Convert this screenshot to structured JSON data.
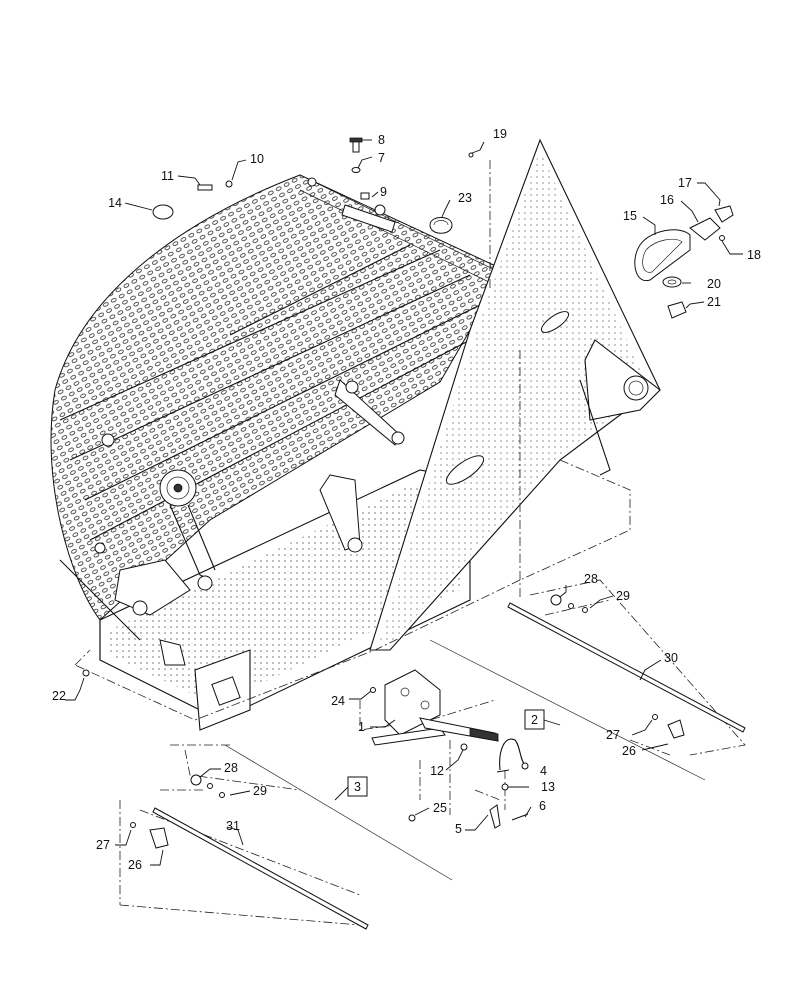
{
  "callouts": {
    "c1": "1",
    "c2": "2",
    "c3": "3",
    "c4": "4",
    "c5": "5",
    "c6": "6",
    "c7": "7",
    "c8": "8",
    "c9": "9",
    "c10": "10",
    "c11": "11",
    "c12": "12",
    "c13": "13",
    "c14": "14",
    "c15": "15",
    "c16": "16",
    "c17": "17",
    "c18": "18",
    "c19": "19",
    "c20": "20",
    "c21": "21",
    "c22": "22",
    "c23": "23",
    "c24": "24",
    "c25": "25",
    "c26a": "26",
    "c26b": "26",
    "c27a": "27",
    "c27b": "27",
    "c28a": "28",
    "c28b": "28",
    "c29a": "29",
    "c29b": "29",
    "c30": "30",
    "c31": "31"
  },
  "boxed_callouts": {
    "b2": "2",
    "b3": "3"
  }
}
